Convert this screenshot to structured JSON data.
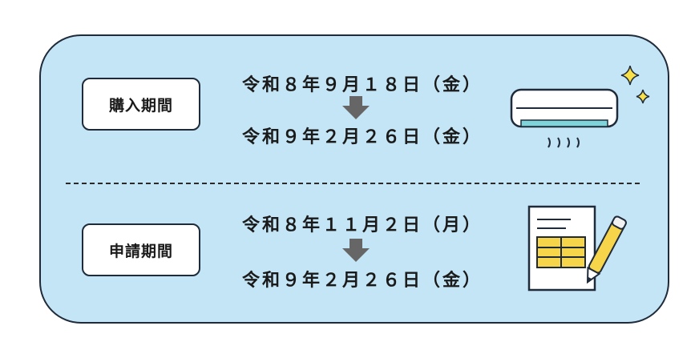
{
  "purchase_period": {
    "label": "購入期間",
    "start": "令和８年９月１８日（金）",
    "end": "令和９年２月２６日（金）"
  },
  "application_period": {
    "label": "申請期間",
    "start": "令和８年１１月２日（月）",
    "end": "令和９年２月２６日（金）"
  },
  "icons": {
    "top": "air-conditioner-icon",
    "bottom": "document-pen-icon",
    "arrow": "down-arrow-icon"
  },
  "colors": {
    "panel": "#c4e5f5",
    "border": "#1f2a3a",
    "arrow": "#666666",
    "accent_yellow": "#f7d54a"
  }
}
